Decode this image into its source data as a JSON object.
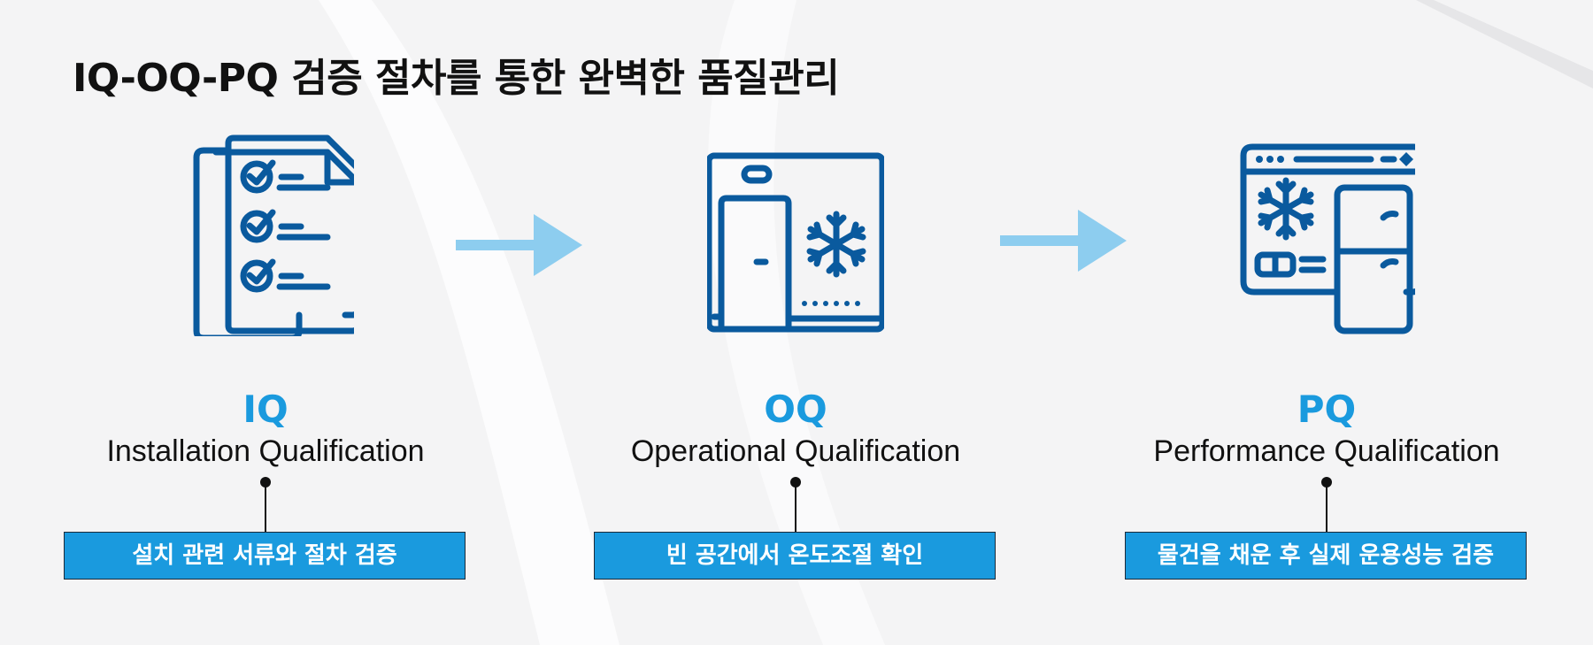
{
  "title": "IQ-OQ-PQ 검증 절차를 통한 완벽한 품질관리",
  "colors": {
    "accent": "#1a9ade",
    "icon": "#0a5a9e",
    "arrow": "#8dcdef",
    "text": "#111111"
  },
  "steps": [
    {
      "code": "IQ",
      "name": "Installation Qualification",
      "desc": "설치 관련 서류와 절차 검증",
      "icon": "checklist-document-icon"
    },
    {
      "code": "OQ",
      "name": "Operational Qualification",
      "desc": "빈 공간에서 온도조절 확인",
      "icon": "cold-room-icon"
    },
    {
      "code": "PQ",
      "name": "Performance Qualification",
      "desc": "물건을 채운 후 실제 운용성능 검증",
      "icon": "refrigerator-monitoring-icon"
    }
  ]
}
